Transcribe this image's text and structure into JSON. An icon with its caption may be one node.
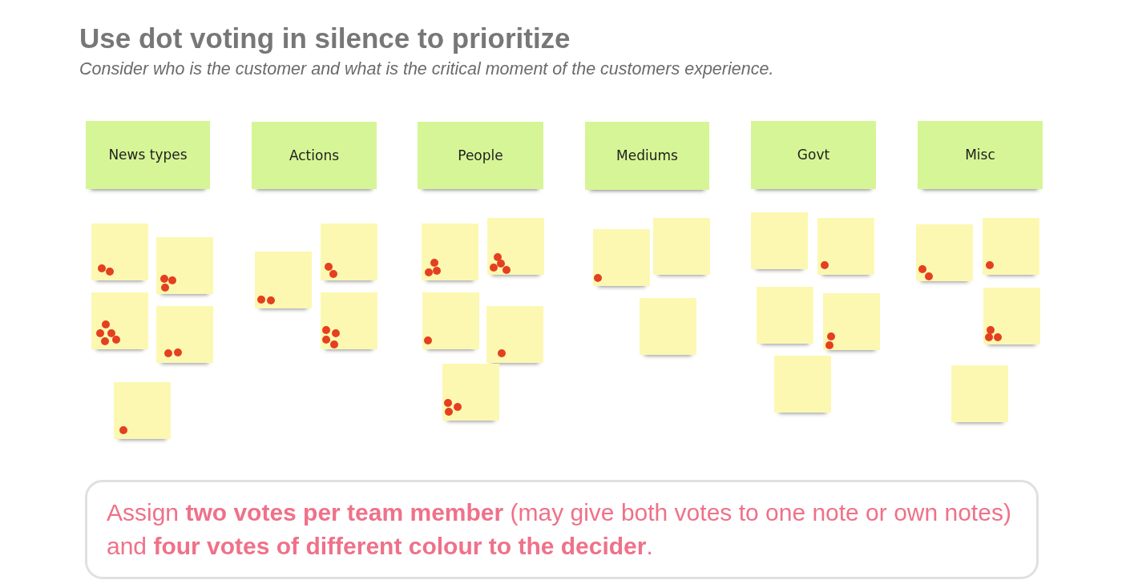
{
  "diagram": {
    "title": "Use dot voting in silence to prioritize",
    "nodes": [
      {
        "text": [
          "News types"
        ]
      },
      {
        "text": [
          "Actions"
        ]
      },
      {
        "text": [
          "People"
        ]
      },
      {
        "text": [
          "Mediums"
        ]
      },
      {
        "text": [
          "Govt"
        ]
      },
      {
        "text": [
          "Misc"
        ]
      },
      {
        "text": [],
        "shape": "box"
      },
      {
        "text": [],
        "shape": "box"
      },
      {
        "text": [],
        "shape": "box"
      },
      {
        "text": [],
        "shape": "box"
      },
      {
        "text": [],
        "shape": "box"
      },
      {
        "text": [],
        "shape": "box"
      },
      {
        "text": [],
        "shape": "box"
      },
      {
        "text": [],
        "shape": "box"
      },
      {
        "text": [],
        "shape": "box"
      },
      {
        "text": [],
        "shape": "box"
      },
      {
        "text": [],
        "shape": "box"
      },
      {
        "text": [],
        "shape": "box"
      },
      {
        "text": [],
        "shape": "box"
      },
      {
        "text": [],
        "shape": "box"
      },
      {
        "text": [],
        "shape": "box"
      },
      {
        "text": [],
        "shape": "box"
      },
      {
        "text": [],
        "shape": "box"
      },
      {
        "text": [],
        "shape": "box"
      },
      {
        "text": [],
        "shape": "box"
      },
      {
        "text": [],
        "shape": "box"
      },
      {
        "text": [],
        "shape": "box"
      },
      {
        "text": [],
        "shape": "box"
      },
      {
        "text": [],
        "shape": "box"
      },
      {
        "text": [],
        "shape": "box"
      },
      {
        "text": [],
        "shape": "box"
      },
      {
        "text": [
          "Assign **two votes per team member** (may give both votes to one note or own notes) and **four votes of different colour to the decider**."
        ]
      }
    ],
    "labels": [
      "Consider who is the customer and what is the critical moment of the customers experience."
    ]
  }
}
